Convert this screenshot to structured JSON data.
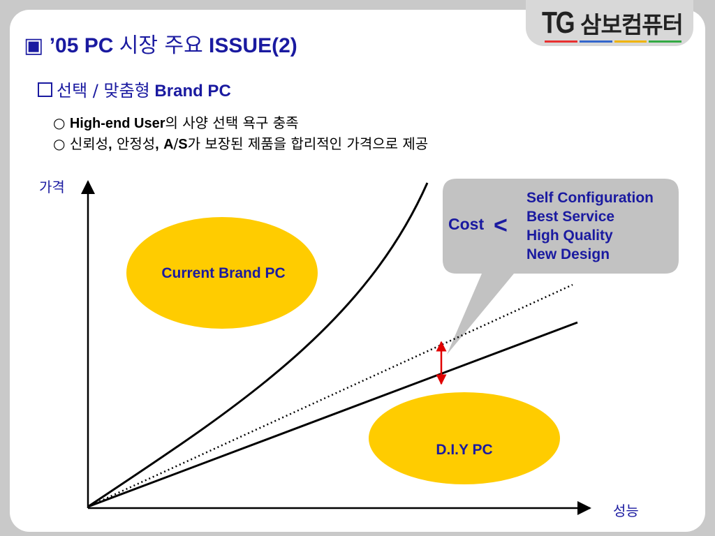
{
  "logo": {
    "tg": "TG",
    "name": "삼보컴퓨터",
    "bar_colors": [
      "#e83030",
      "#3366cc",
      "#f0b400",
      "#33aa44"
    ]
  },
  "title": {
    "marker": "▣",
    "prefix": "’05 PC",
    "korean": "시장 주요",
    "suffix": "ISSUE(2)"
  },
  "subtitle": {
    "korean": "선택 / 맞춤형",
    "latin": "Brand PC"
  },
  "bullets": [
    {
      "mark": "○",
      "bold": "High-end User",
      "rest": "의 사양 선택 욕구 충족"
    },
    {
      "mark": "○",
      "part1": "신뢰성",
      "sep1": ",",
      "part2": "안정성",
      "sep2": ",",
      "bold_a": "A",
      "slash": "/",
      "bold_s": "S",
      "rest": "가 보장된 제품을 합리적인 가격으로 제공"
    }
  ],
  "axes": {
    "y_label": "가격",
    "x_label": "성능"
  },
  "ellipses": {
    "current": "Current Brand PC",
    "diy": "D.I.Y PC"
  },
  "callout": {
    "cost": "Cost",
    "less_than": "<",
    "items": [
      "Self Configuration",
      "Best Service",
      "High Quality",
      "New Design"
    ]
  },
  "colors": {
    "title_blue": "#1a1aa0",
    "ellipse_yellow": "#ffcc00",
    "callout_gray": "#c2c2c2",
    "arrow_red": "#e00000"
  }
}
